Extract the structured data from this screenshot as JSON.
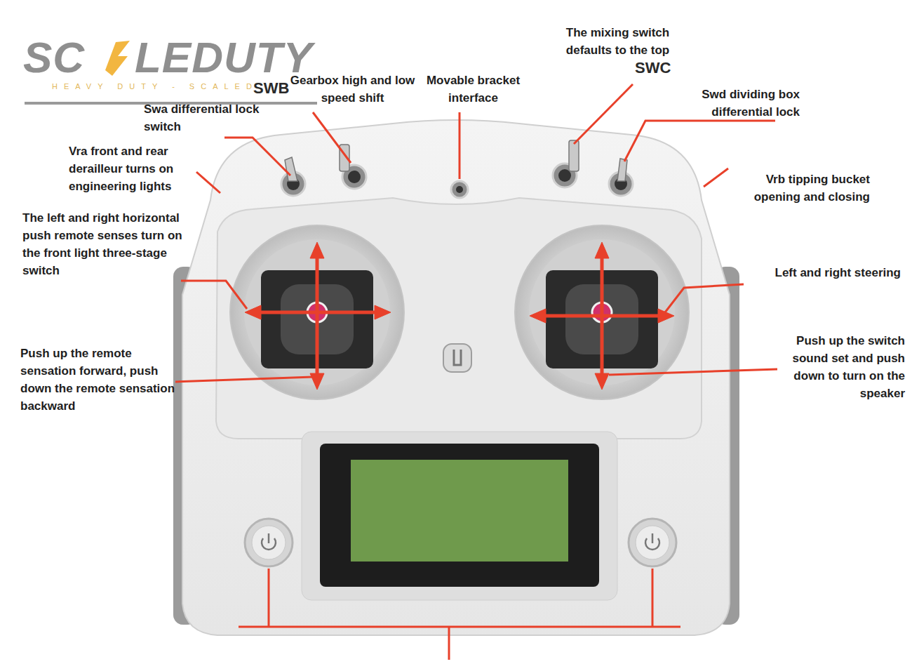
{
  "diagram": {
    "labels": [
      "SC",
      "LEDUTY",
      "HEAVY DUTY - SCALED",
      "SWB",
      "Gearbox high and low speed shift",
      "Movable bracket interface",
      "The mixing switch defaults to the top",
      "SWC",
      "Swa differential lock switch",
      "Swd dividing box differential lock",
      "Vra front and rear derailleur turns on engineering lights",
      "Vrb tipping bucket opening and closing",
      "The left and right horizontal push remote senses turn on the front light three-stage switch",
      "Left and right steering",
      "Push up the remote sensation forward, push down the remote sensation backward",
      "Push up the switch sound set and push down to turn on the speaker"
    ]
  }
}
